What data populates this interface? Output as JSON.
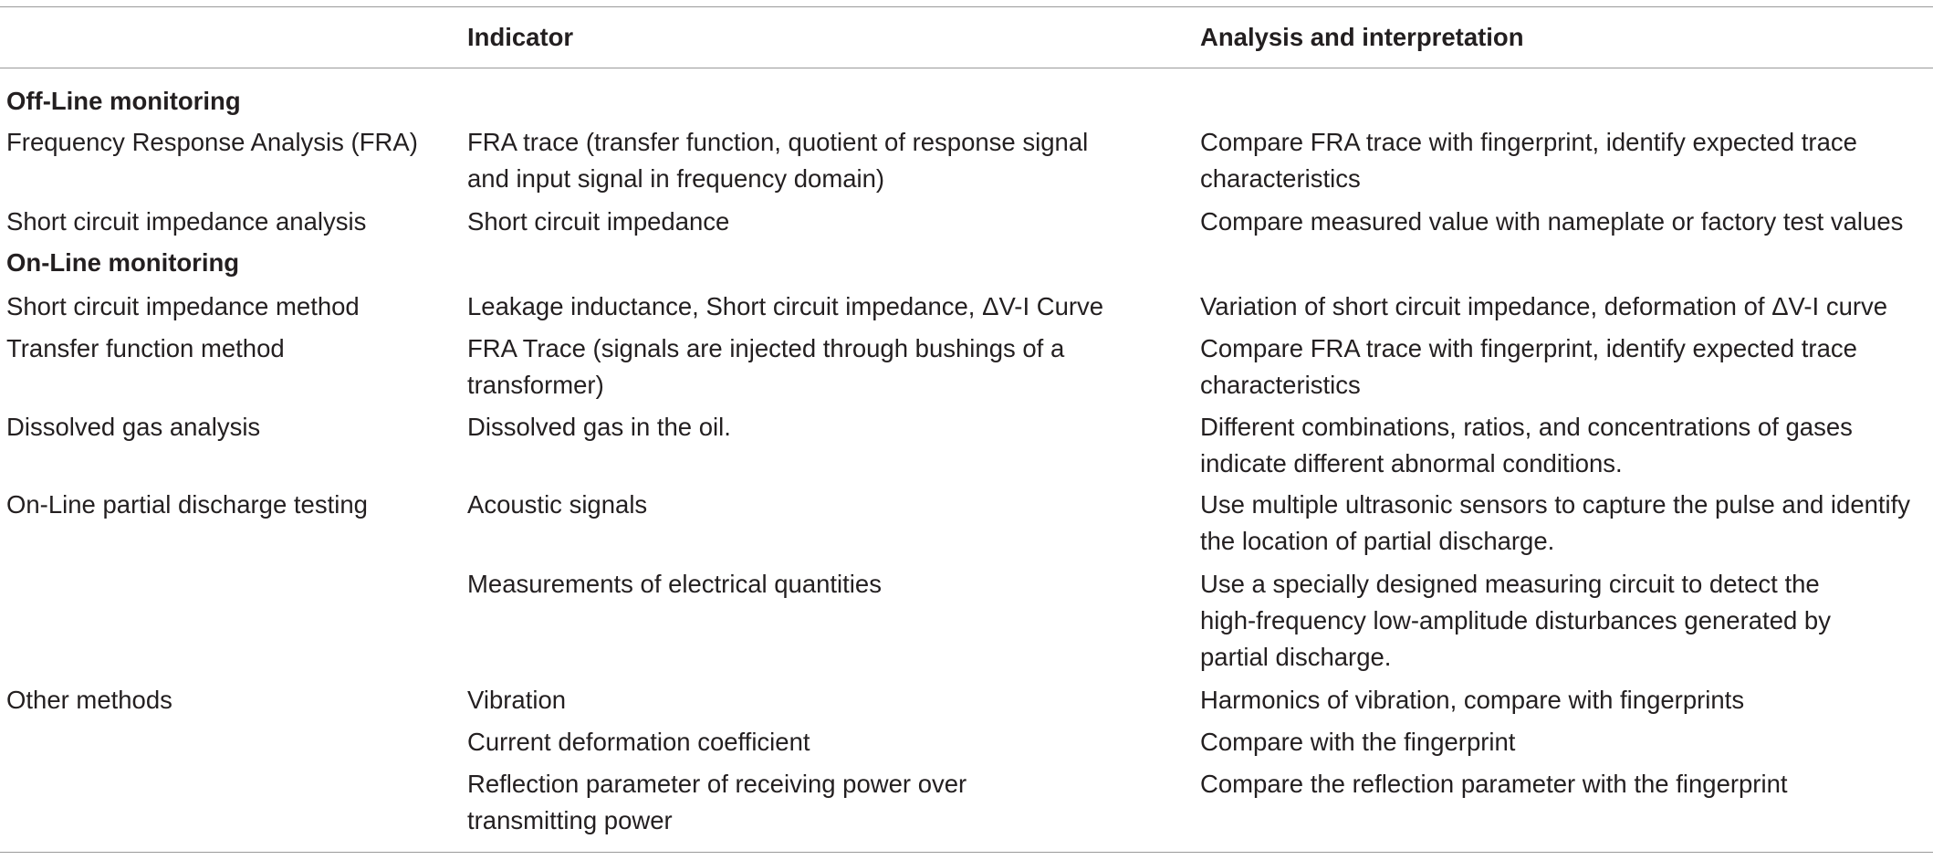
{
  "table": {
    "columns": [
      "",
      "Indicator",
      "Analysis and interpretation"
    ],
    "sections": [
      {
        "title": "Off-Line monitoring",
        "rows": [
          {
            "method": "Frequency Response Analysis (FRA)",
            "indicator": [
              "FRA trace (transfer function, quotient of response signal",
              "and input signal in frequency domain)"
            ],
            "analysis": [
              "Compare FRA trace with fingerprint, identify expected trace",
              "characteristics"
            ]
          },
          {
            "method": "Short circuit impedance analysis",
            "indicator": [
              "Short circuit impedance"
            ],
            "analysis": [
              "Compare measured value with nameplate or factory test values"
            ]
          }
        ]
      },
      {
        "title": "On-Line monitoring",
        "rows": [
          {
            "method": "Short circuit impedance method",
            "indicator": [
              "Leakage inductance, Short circuit impedance, ΔV-I Curve"
            ],
            "analysis": [
              "Variation of short circuit impedance, deformation of ΔV-I curve"
            ]
          },
          {
            "method": "Transfer function method",
            "indicator": [
              "FRA Trace (signals are injected through bushings of a",
              "transformer)"
            ],
            "analysis": [
              "Compare FRA trace with fingerprint, identify expected trace",
              "characteristics"
            ]
          },
          {
            "method": "Dissolved gas analysis",
            "indicator": [
              "Dissolved gas in the oil."
            ],
            "analysis": [
              "Different combinations, ratios, and concentrations of gases",
              "indicate different abnormal conditions."
            ]
          },
          {
            "method": "On-Line partial discharge testing",
            "indicator": [
              "Acoustic signals"
            ],
            "analysis": [
              "Use multiple ultrasonic sensors to capture the pulse and identify",
              "the location of partial discharge."
            ]
          },
          {
            "method": "",
            "indicator": [
              "Measurements of electrical quantities"
            ],
            "analysis": [
              "Use a specially designed measuring circuit to detect the",
              "high-frequency low-amplitude disturbances generated by",
              "partial discharge."
            ]
          },
          {
            "method": "Other methods",
            "indicator": [
              "Vibration"
            ],
            "analysis": [
              "Harmonics of vibration, compare with fingerprints"
            ]
          },
          {
            "method": "",
            "indicator": [
              "Current deformation coefficient"
            ],
            "analysis": [
              "Compare with the fingerprint"
            ]
          },
          {
            "method": "",
            "indicator": [
              "Reflection parameter of receiving power over",
              "transmitting power"
            ],
            "analysis": [
              "Compare the reflection parameter with the fingerprint"
            ]
          }
        ]
      }
    ]
  }
}
